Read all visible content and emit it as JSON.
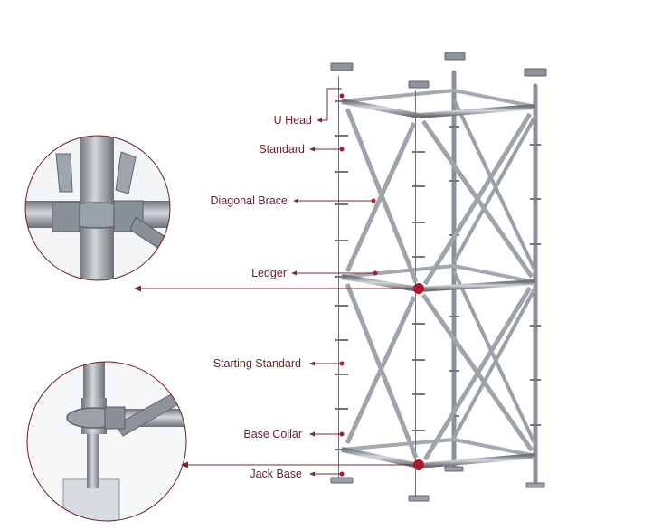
{
  "labels": {
    "u_head": "U Head",
    "standard": "Standard",
    "diagonal_brace": "Diagonal Brace",
    "ledger": "Ledger",
    "starting_standard": "Starting Standard",
    "base_collar": "Base Collar",
    "jack_base": "Jack Base"
  },
  "colors": {
    "label_text": "#6b1f25",
    "leader_line": "#7a2a30",
    "marker": "#b0182a",
    "steel_dark": "#7d838b",
    "steel_light": "#c9ced4"
  }
}
